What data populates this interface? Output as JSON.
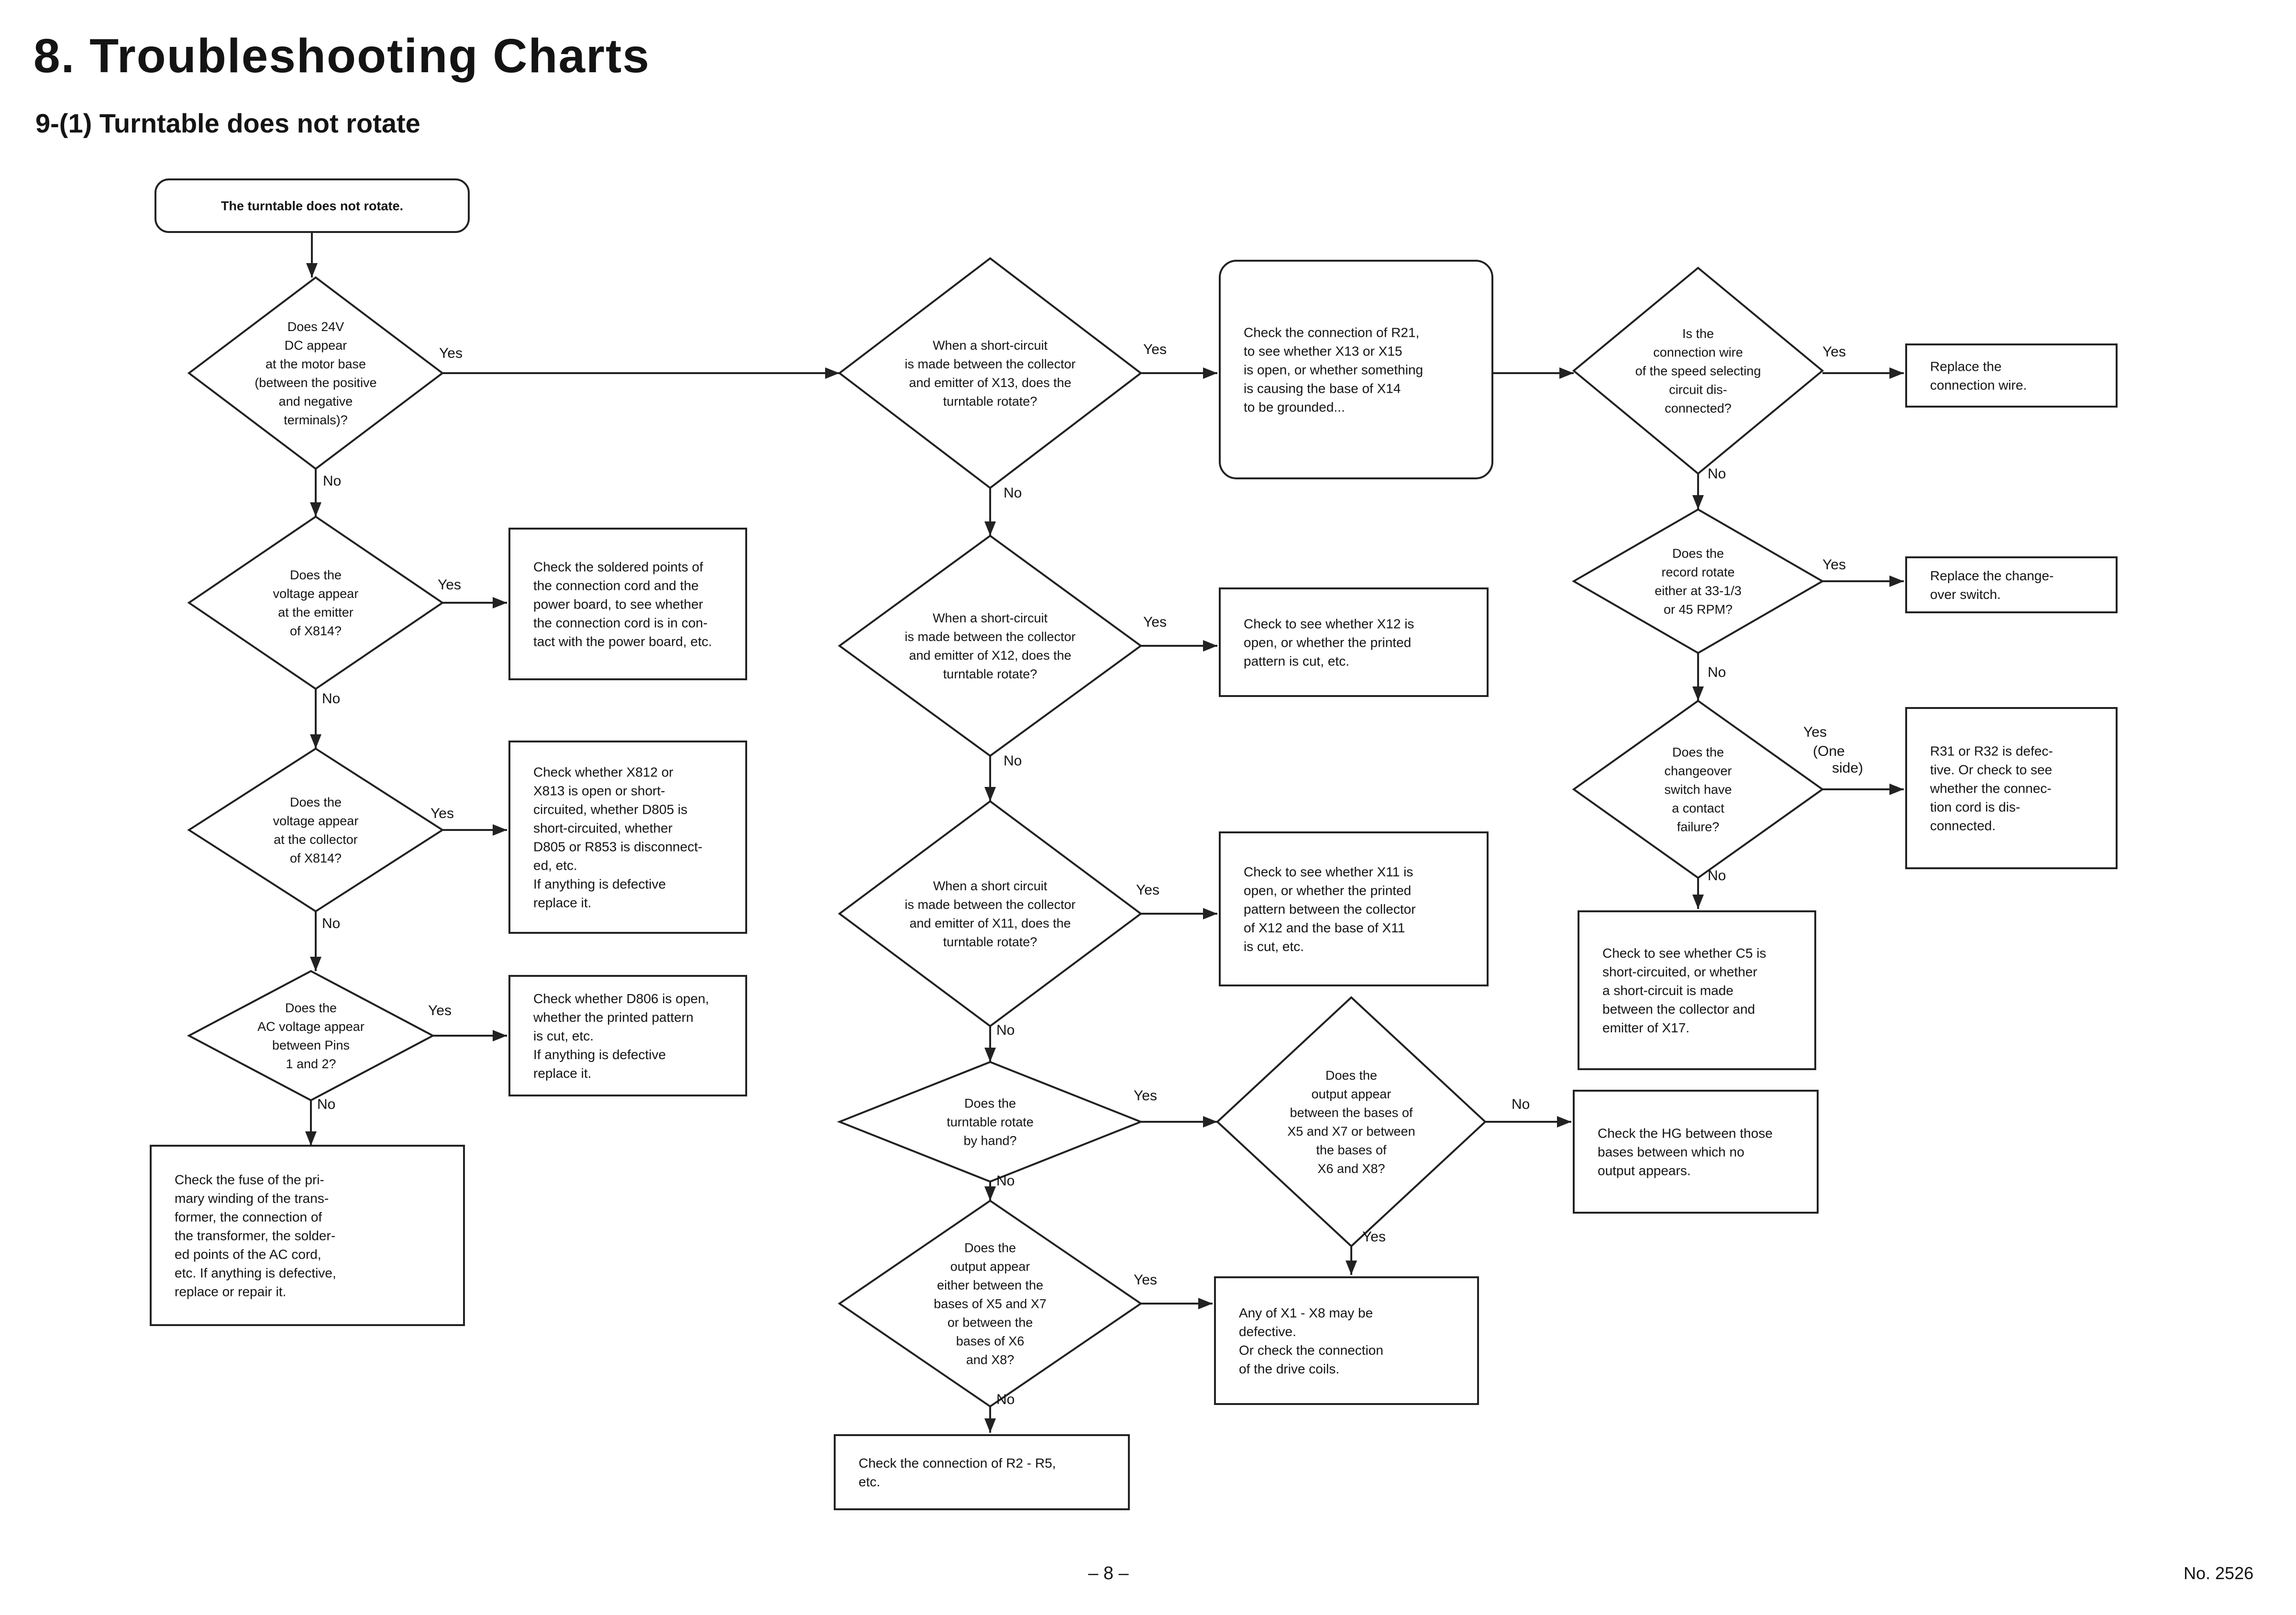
{
  "header": {
    "title": "8.  Troubleshooting Charts",
    "subtitle": "9-(1)  Turntable does not rotate"
  },
  "footer": {
    "page": "– 8 –",
    "doc_no": "No. 2526"
  },
  "flow": {
    "start": [
      "The turntable does not rotate."
    ],
    "q_24v": [
      "Does 24V",
      "DC appear",
      "at the motor base",
      "(between the positive",
      "and negative",
      "terminals)?"
    ],
    "q_emitter": [
      "Does the",
      "voltage appear",
      "at the emitter",
      "of X814?"
    ],
    "q_collector": [
      "Does the",
      "voltage appear",
      "at the collector",
      "of X814?"
    ],
    "q_ac": [
      "Does the",
      "AC voltage appear",
      "between Pins",
      "1 and 2?"
    ],
    "a_soldered": [
      "Check the soldered points of",
      "the connection cord and the",
      "power board, to see whether",
      "the connection cord is in con-",
      "tact with the power board, etc."
    ],
    "a_x812": [
      "Check whether X812 or",
      "X813 is open or short-",
      "circuited, whether D805 is",
      "short-circuited, whether",
      "D805 or R853 is disconnect-",
      "ed, etc.",
      "If anything is defective",
      "replace it."
    ],
    "a_d806": [
      "Check whether D806 is open,",
      "whether the printed pattern",
      "is cut, etc.",
      "If anything is defective",
      "replace it."
    ],
    "a_fuse": [
      "Check the fuse of the pri-",
      "mary winding of the trans-",
      "former, the connection of",
      "the transformer, the solder-",
      "ed points of the AC cord,",
      "etc. If anything is defective,",
      "replace or repair it."
    ],
    "q_x13": [
      "When a short-circuit",
      "is made between the collector",
      "and emitter of X13, does the",
      "turntable rotate?"
    ],
    "q_x12": [
      "When a short-circuit",
      "is made between the collector",
      "and emitter of X12, does the",
      "turntable rotate?"
    ],
    "q_x11": [
      "When a short circuit",
      "is made between the collector",
      "and emitter of X11, does the",
      "turntable rotate?"
    ],
    "q_hand": [
      "Does the",
      "turntable rotate",
      "by hand?"
    ],
    "q_output_either": [
      "Does the",
      "output appear",
      "either between the",
      "bases of X5 and X7",
      "or between the",
      "bases of X6",
      "and X8?"
    ],
    "a_r2r5": [
      "Check the connection of R2 - R5,",
      "etc."
    ],
    "a_r21": [
      "Check the connection of R21,",
      "to see whether X13 or X15",
      "is open, or whether something",
      "is causing the base of X14",
      "to be grounded..."
    ],
    "a_x12": [
      "Check to see whether X12 is",
      "open, or whether the printed",
      "pattern is cut, etc."
    ],
    "a_x11": [
      "Check to see whether X11 is",
      "open, or whether the printed",
      "pattern between the collector",
      "of X12 and the base of X11",
      "is cut, etc."
    ],
    "q_output_bases": [
      "Does the",
      "output appear",
      "between the bases of",
      "X5 and X7 or between",
      "the bases of",
      "X6 and X8?"
    ],
    "a_x1x8": [
      "Any of X1 - X8 may be",
      "defective.",
      "Or check the connection",
      "of the drive coils."
    ],
    "q_wire": [
      "Is the",
      "connection wire",
      "of the speed selecting",
      "circuit dis-",
      "connected?"
    ],
    "q_record": [
      "Does the",
      "record rotate",
      "either at 33-1/3",
      "or 45 RPM?"
    ],
    "q_changeover": [
      "Does the",
      "changeover",
      "switch have",
      "a contact",
      "failure?"
    ],
    "a_wire": [
      "Replace the",
      "connection wire."
    ],
    "a_switch": [
      "Replace the change-",
      "over switch."
    ],
    "a_r31": [
      "R31 or R32 is defec-",
      "tive.  Or check to see",
      "whether the connec-",
      "tion cord is dis-",
      "connected."
    ],
    "a_c5": [
      "Check to see whether C5 is",
      "short-circuited, or whether",
      "a short-circuit is made",
      "between the collector and",
      "emitter of X17."
    ],
    "a_hg": [
      "Check the HG between those",
      "bases between which no",
      "output appears."
    ]
  },
  "labels": {
    "yes": "Yes",
    "no": "No",
    "yes_one": "Yes",
    "one_side_1": "(One",
    "one_side_2": "side)"
  }
}
